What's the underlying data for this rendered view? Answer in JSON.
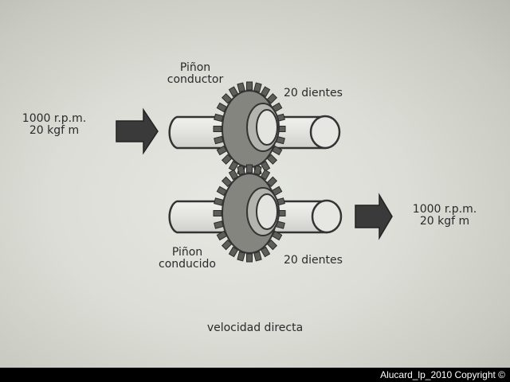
{
  "diagram": {
    "labels": {
      "input_speed": "1000 r.p.m.",
      "input_torque": "20 kgf m",
      "drive_pinion_line1": "Piñon",
      "drive_pinion_line2": "conductor",
      "drive_teeth": "20 dientes",
      "driven_pinion_line1": "Piñon",
      "driven_pinion_line2": "conducido",
      "driven_teeth": "20 dientes",
      "output_speed": "1000 r.p.m.",
      "output_torque": "20 kgf m",
      "caption": "velocidad directa"
    },
    "colors": {
      "ink": "#2a2a2a",
      "arrow": "#3a3a3a",
      "gear": "#7a7a74",
      "shaft": "#e4e5e0"
    }
  },
  "footer": {
    "copyright": "Alucard_lp_2010 Copyright ©"
  }
}
